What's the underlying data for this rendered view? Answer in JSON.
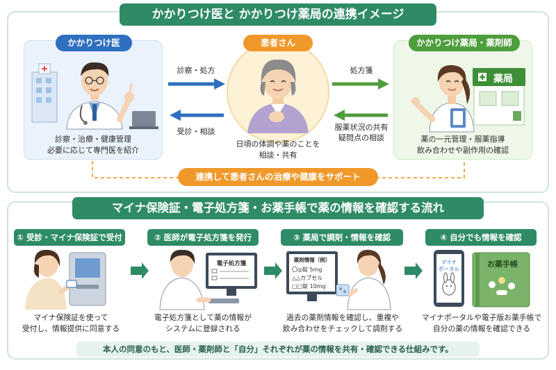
{
  "top": {
    "title": "かかりつけ医と かかりつけ薬局の連携イメージ",
    "doctor": {
      "label": "かかりつけ医",
      "desc_line1": "診察・治療・健康管理",
      "desc_line2": "必要に応じて専門医を紹介"
    },
    "patient": {
      "label": "患者さん",
      "desc_line1": "日頃の体調や薬のことを",
      "desc_line2": "相談・共有"
    },
    "pharmacy": {
      "label": "かかりつけ薬局・薬剤師",
      "desc_line1": "薬の一元管理・服薬指導",
      "desc_line2": "飲み合わせや副作用の確認",
      "sign": "薬局"
    },
    "flows": {
      "exam_rx": "診察・処方",
      "visit_consult": "受診・相談",
      "prescription": "処方箋",
      "share_line1": "服薬状況の共有",
      "share_line2": "疑問点の相談"
    },
    "cooperation": "連携して患者さんの治療や健康をサポート"
  },
  "bottom": {
    "title": "マイナ保険証・電子処方箋・お薬手帳で薬の情報を確認する流れ",
    "steps": [
      {
        "heading": "① 受診・マイナ保険証で受付",
        "desc_line1": "マイナ保険証を使って",
        "desc_line2": "受付し、情報提供に同意する"
      },
      {
        "heading": "② 医師が電子処方箋を発行",
        "desc_line1": "電子処方箋として薬の情報が",
        "desc_line2": "システムに登録される",
        "screen_text": "電子処方箋"
      },
      {
        "heading": "③ 薬局で調剤・情報を確認",
        "desc_line1": "過去の薬剤情報を確認し、重複や",
        "desc_line2": "飲み合わせをチェックして調剤する",
        "screen_title": "薬剤情報（例）",
        "screen_lines": [
          "〇◎錠 5mg",
          "△△カプセル",
          "□□錠 10mg"
        ]
      },
      {
        "heading": "④ 自分でも情報を確認",
        "desc_line1": "マイナポータルや電子版お薬手帳で",
        "desc_line2": "自分の薬の情報を確認できる",
        "phone_text_line1": "マイナ",
        "phone_text_line2": "ポータル",
        "book_text": "お薬手帳"
      }
    ],
    "summary": "本人の同意のもと、医師・薬剤師と「自分」それぞれが薬の情報を共有・確認できる仕組みです。"
  },
  "colors": {
    "green": "#2e8b66",
    "blue": "#2f6fbf",
    "orange": "#f0982a",
    "leaf_green": "#4f9e3d"
  }
}
